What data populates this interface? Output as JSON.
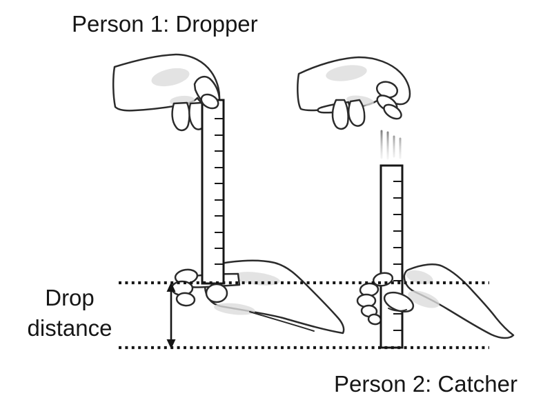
{
  "labels": {
    "person1": "Person 1: Dropper",
    "person2": "Person 2: Catcher",
    "drop_line1": "Drop",
    "drop_line2": "distance"
  },
  "colors": {
    "background": "#ffffff",
    "ink": "#161616",
    "outline": "#2b2b2b",
    "shading": "#dcdcdc",
    "motion": "#787878"
  }
}
